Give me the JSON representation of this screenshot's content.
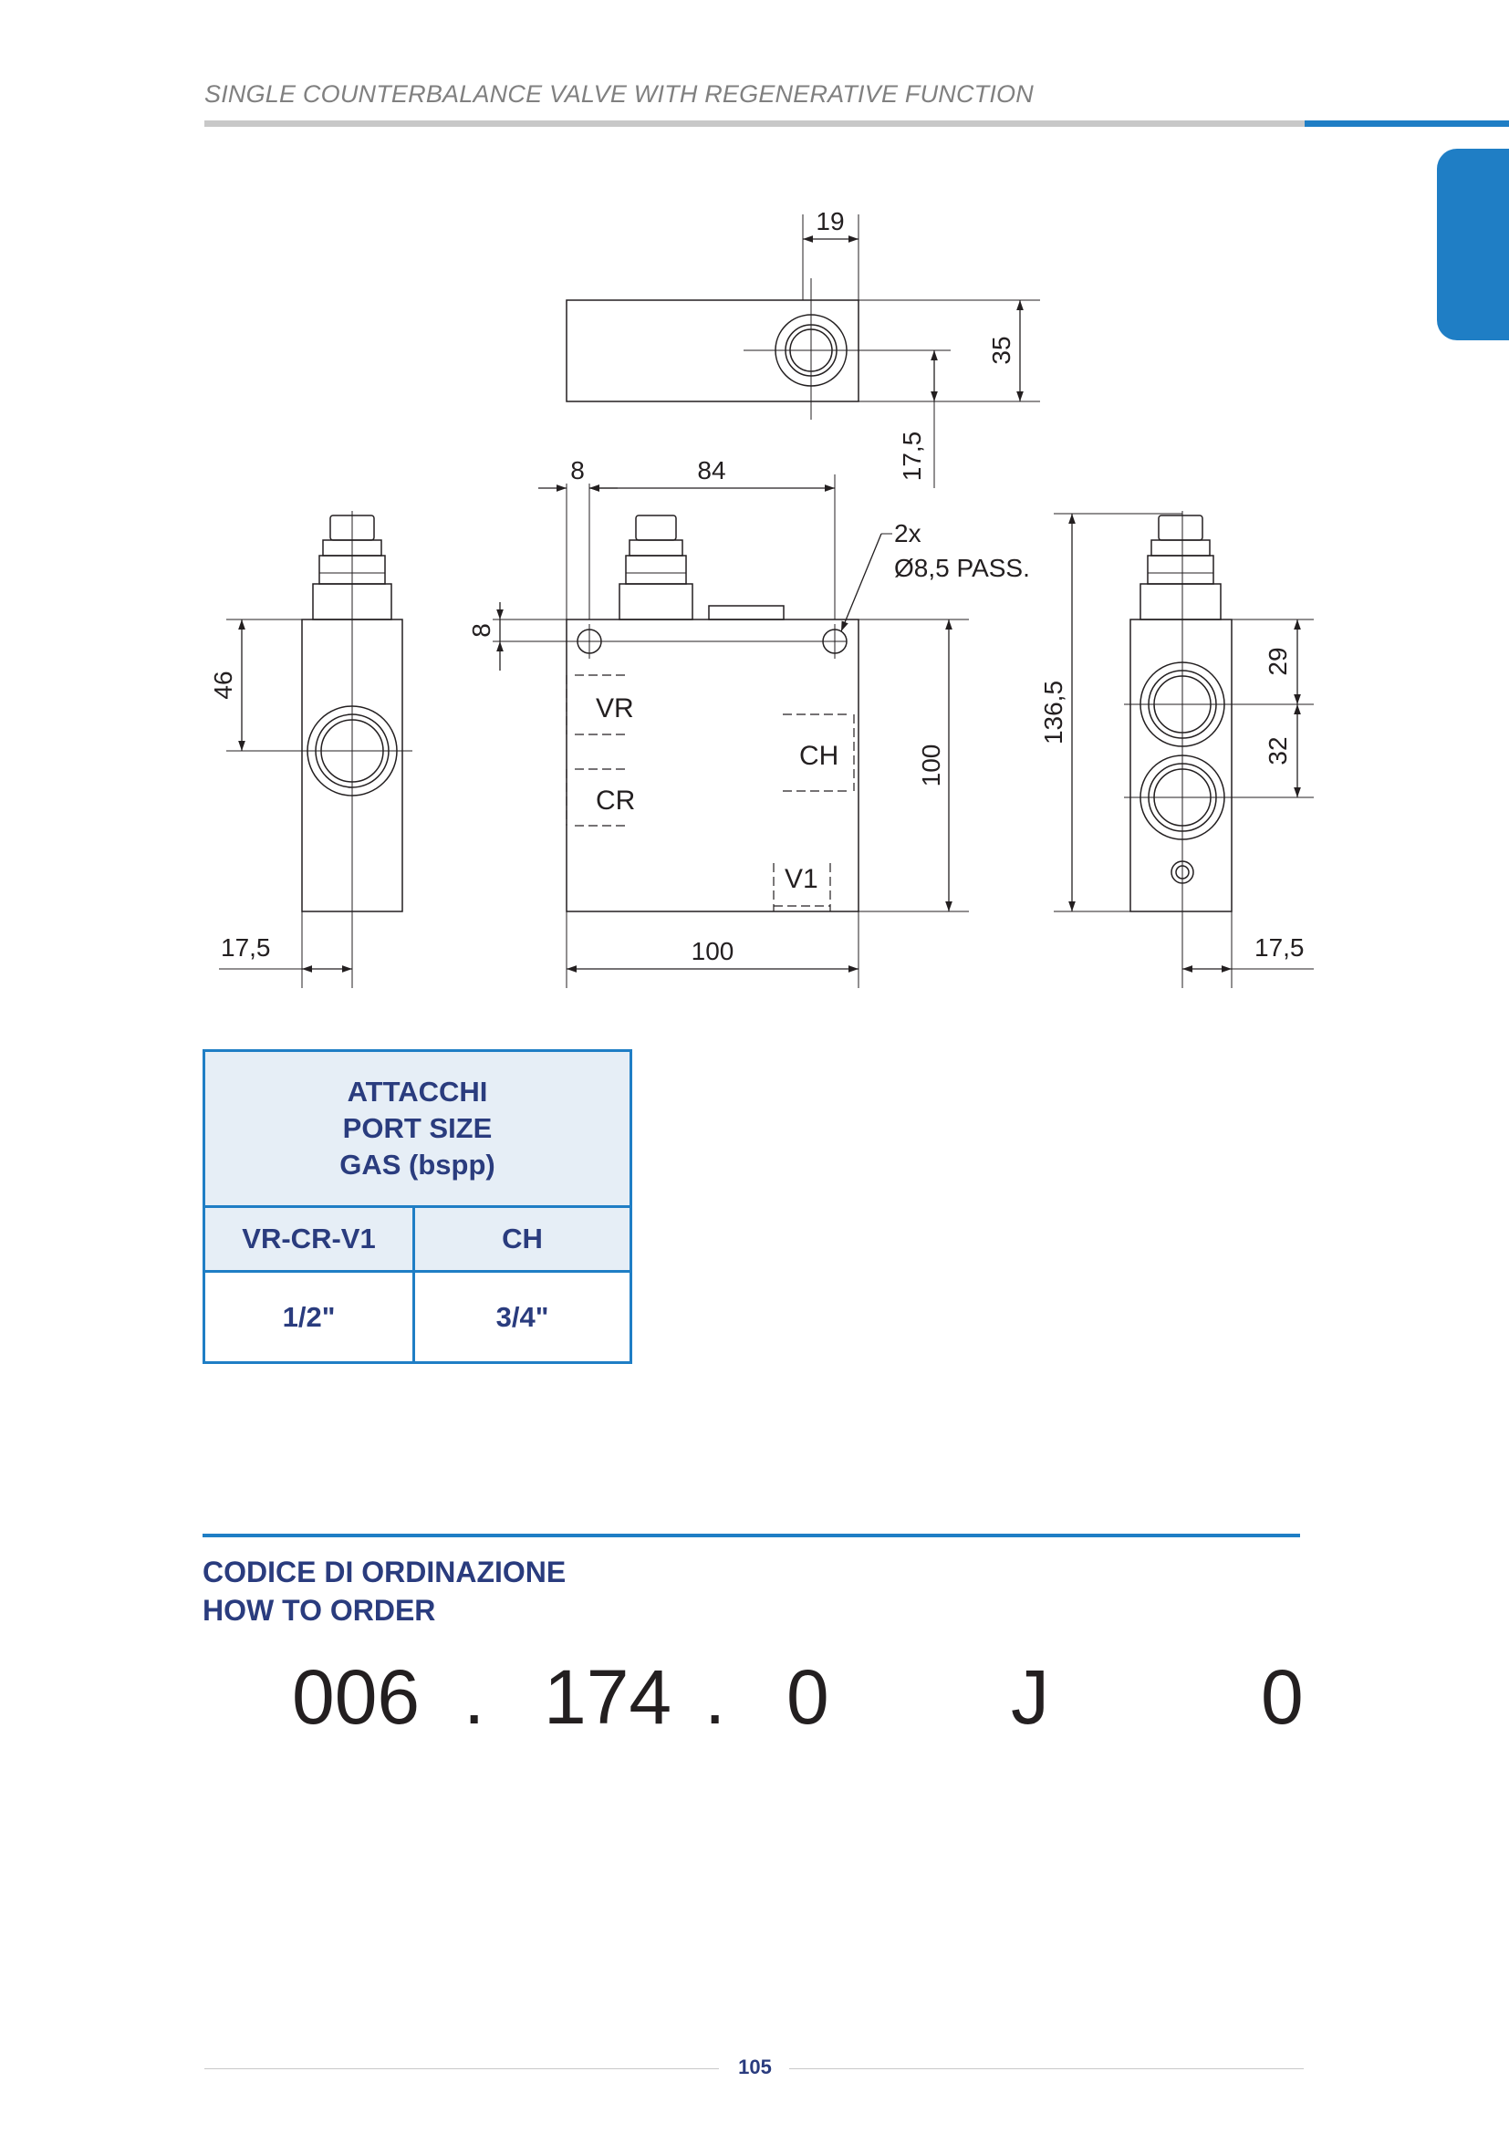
{
  "header": {
    "title": "SINGLE COUNTERBALANCE VALVE WITH REGENERATIVE FUNCTION"
  },
  "drawing": {
    "dims": {
      "top_width": "19",
      "top_height": "35",
      "top_offset": "17,5",
      "hole_offset": "8",
      "hole_spacing": "84",
      "hole_note_qty": "2x",
      "hole_note_size": "Ø8,5 PASS.",
      "hole_vertical": "8",
      "left_port_height": "46",
      "left_bottom": "17,5",
      "front_width": "100",
      "front_height": "100",
      "right_total": "136,5",
      "right_port1": "29",
      "right_port2": "32",
      "right_bottom": "17,5"
    },
    "ports": {
      "vr": "VR",
      "cr": "CR",
      "ch": "CH",
      "v1": "V1"
    }
  },
  "port_table": {
    "header_lines": [
      "ATTACCHI",
      "PORT SIZE",
      "GAS (bspp)"
    ],
    "columns": [
      "VR-CR-V1",
      "CH"
    ],
    "values": [
      "1/2\"",
      "3/4\""
    ]
  },
  "order": {
    "title_lines": [
      "CODICE DI ORDINAZIONE",
      "HOW TO ORDER"
    ],
    "code": {
      "p1": "006",
      "sep1": ".",
      "p2": "174",
      "sep2": ".",
      "p3": "0",
      "p4": "J",
      "p5": "0"
    }
  },
  "footer": {
    "page_number": "105"
  },
  "colors": {
    "accent": "#1f7ec5",
    "navy": "#2a3c7e",
    "table_fill": "#e6eef6",
    "rule_gray": "#c8c8c8"
  }
}
